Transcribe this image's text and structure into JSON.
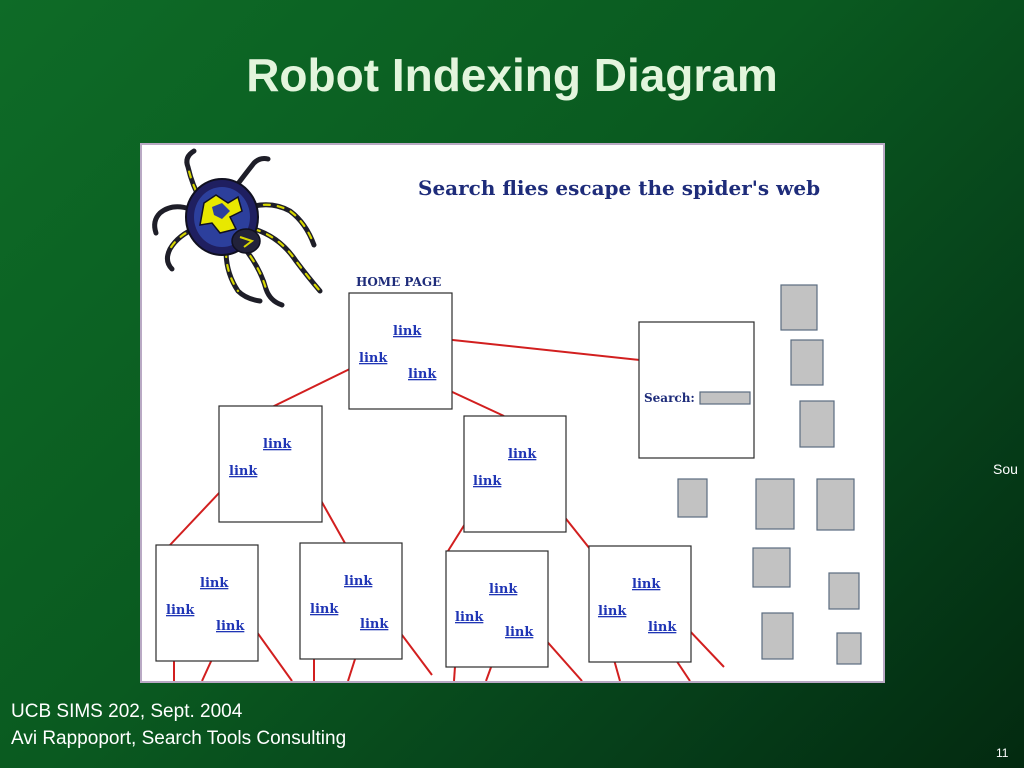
{
  "slide": {
    "title": "Robot Indexing Diagram",
    "source_note": "Sou",
    "footer_line1": "UCB SIMS 202, Sept. 2004",
    "footer_line2": "Avi Rappoport, Search Tools Consulting",
    "page_number": "11"
  },
  "diagram": {
    "headline": "Search flies escape the spider's web",
    "home_label": "HOME PAGE",
    "link_label": "link",
    "search_label": "Search:",
    "colors": {
      "background_green": "#0a5a20",
      "link_blue": "#1f35b5",
      "edge_red": "#d21f1f",
      "gray_page": "#c2c2c2"
    }
  }
}
